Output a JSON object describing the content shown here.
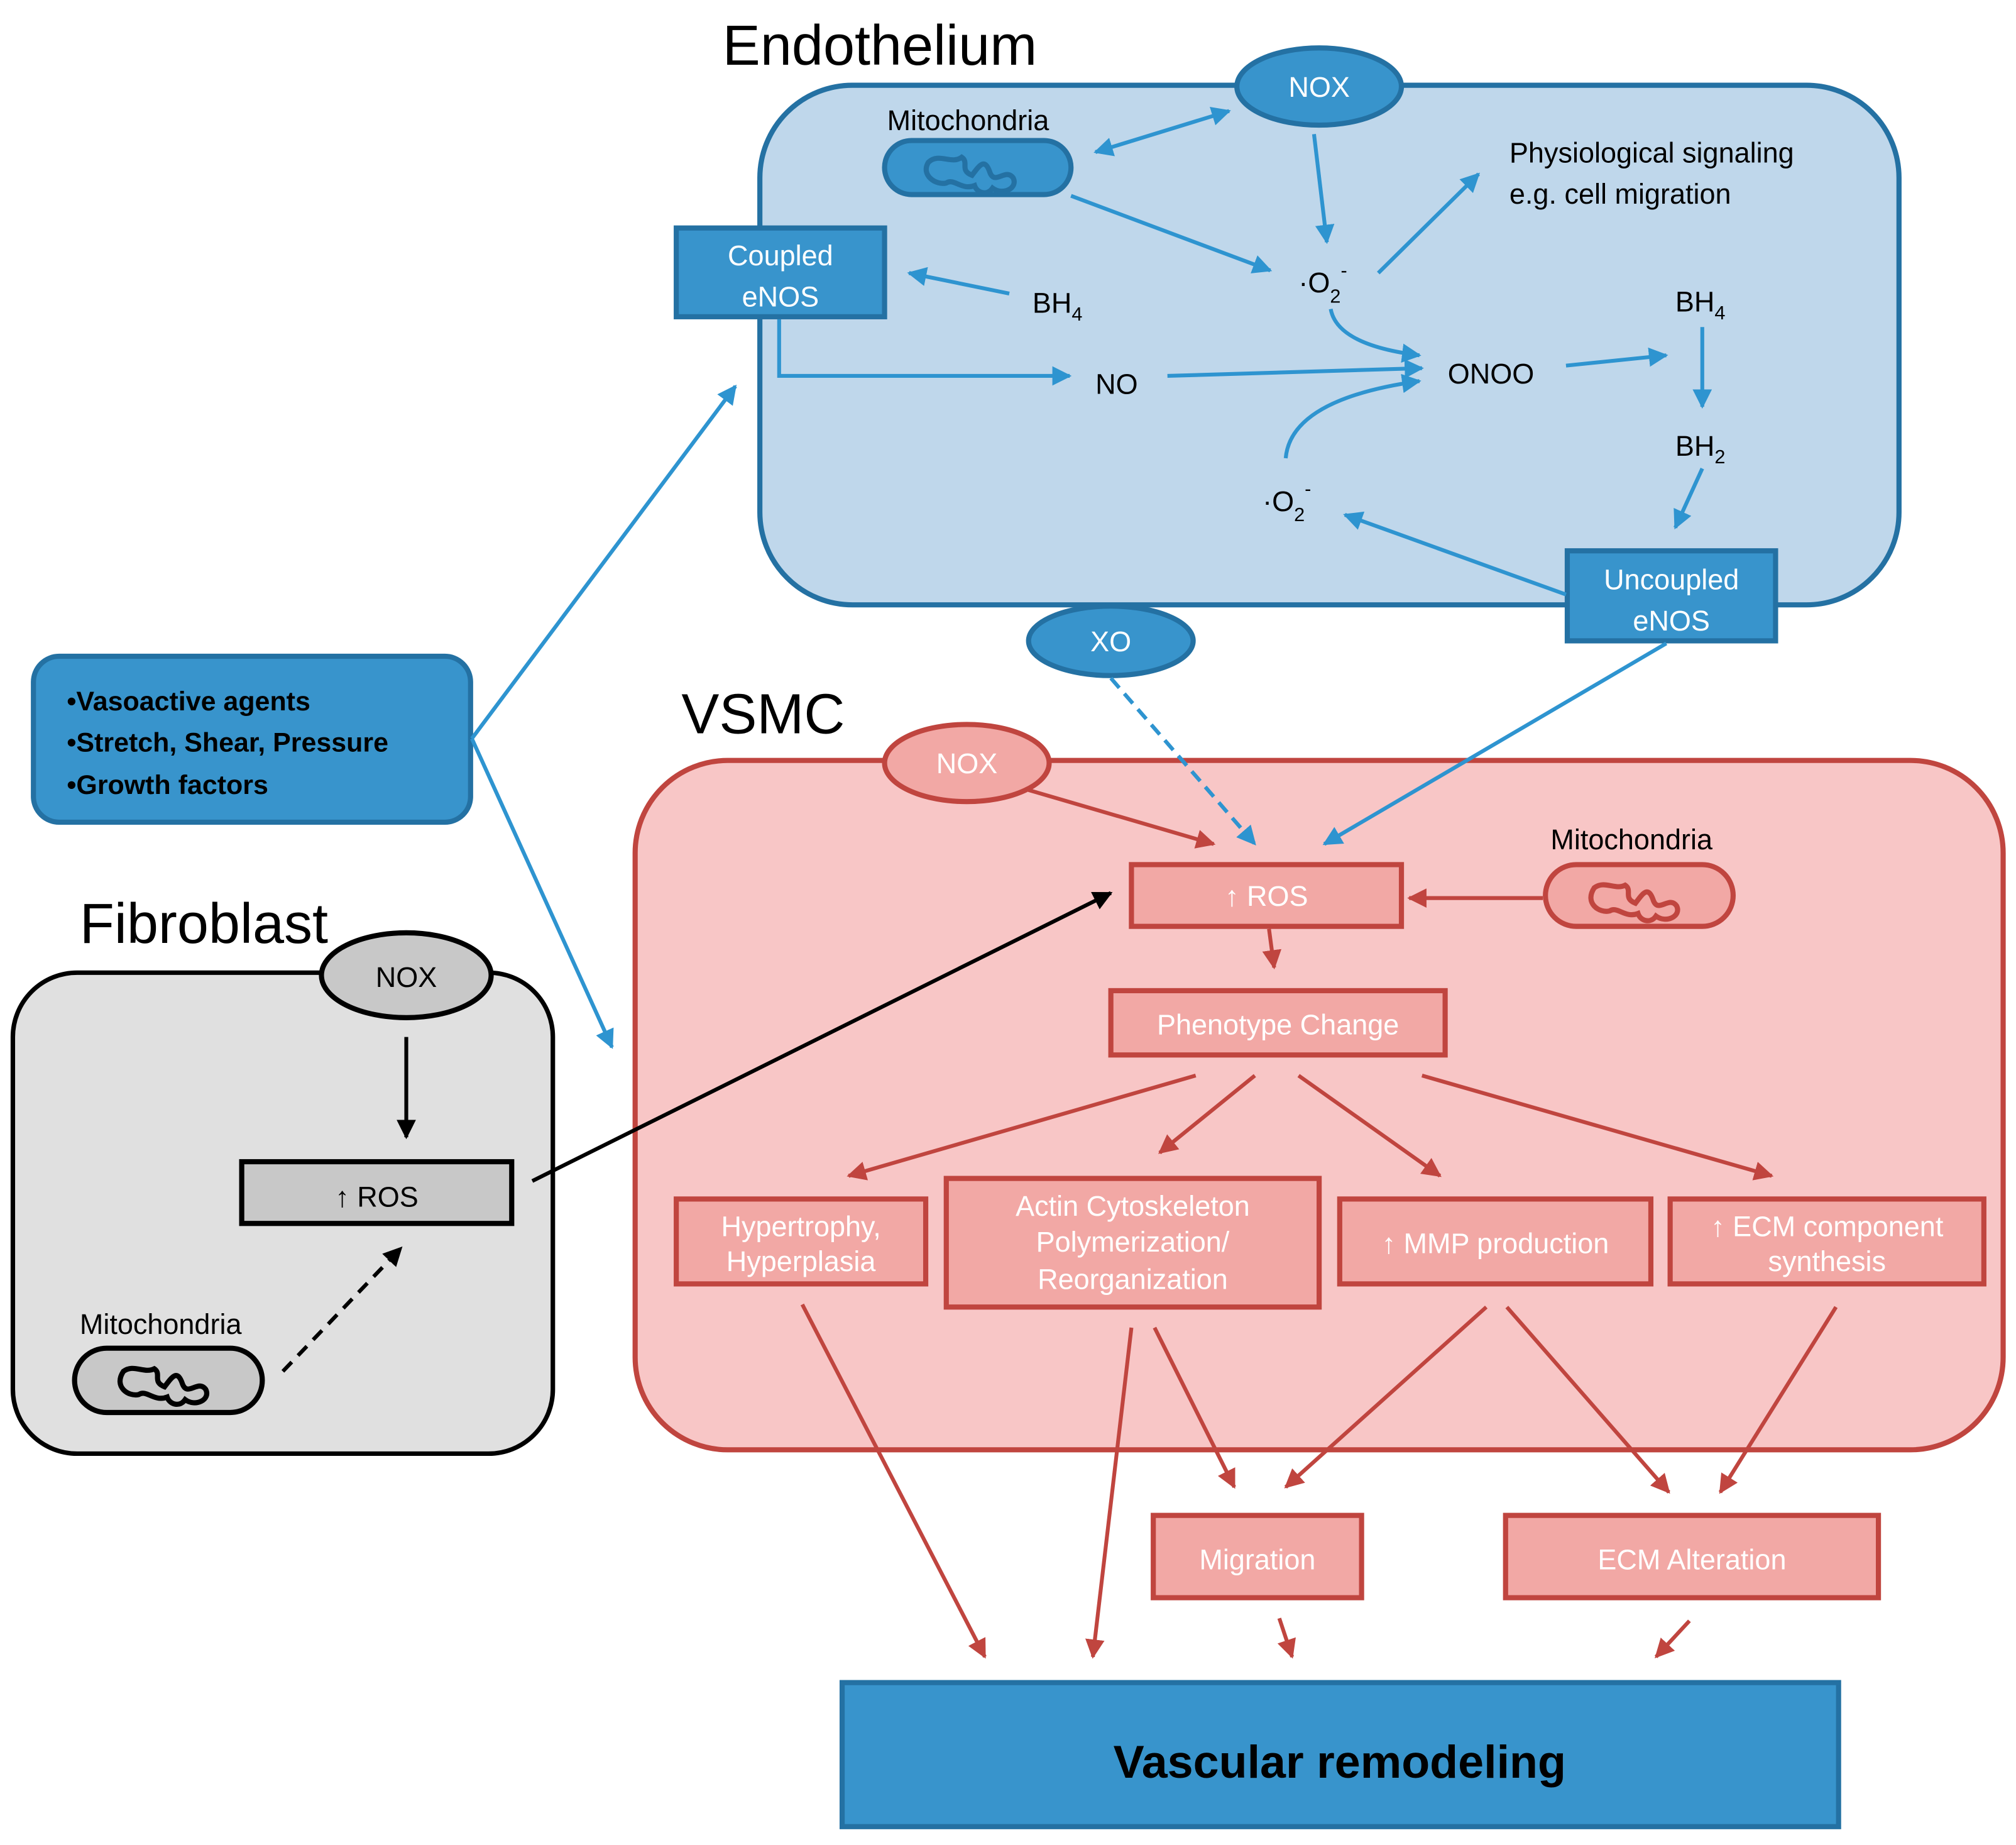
{
  "colors": {
    "endo_cell_fill": "#BFD7EB",
    "endo_border": "#2471A3",
    "endo_node_fill": "#3894CC",
    "endo_arrow": "#2E94D0",
    "vsmc_cell_fill": "#F8C6C6",
    "vsmc_border": "#C0453F",
    "vsmc_node_fill": "#F2A8A5",
    "fibro_cell_fill": "#E0E0E0",
    "fibro_node_fill": "#C8C8C8"
  },
  "endothelium": {
    "title": "Endothelium",
    "nox": "NOX",
    "mitochondria": "Mitochondria",
    "physio_line1": "Physiological signaling",
    "physio_line2": "e.g. cell migration",
    "coupled_line1": "Coupled",
    "coupled_line2": "eNOS",
    "bh4_left": "BH",
    "bh4_left_sub": "4",
    "o2_top": "·O",
    "o2_top_sub": "2",
    "o2_top_sup": "-",
    "no": "NO",
    "onoo": "ONOO",
    "bh4_right": "BH",
    "bh4_right_sub": "4",
    "bh2": "BH",
    "bh2_sub": "2",
    "o2_bottom": "·O",
    "o2_bottom_sub": "2",
    "o2_bottom_sup": "-",
    "uncoupled_line1": "Uncoupled",
    "uncoupled_line2": "eNOS",
    "xo": "XO"
  },
  "stimuli": {
    "items": [
      "•Vasoactive agents",
      "•Stretch, Shear, Pressure",
      "•Growth factors"
    ]
  },
  "fibroblast": {
    "title": "Fibroblast",
    "nox": "NOX",
    "ros": "↑ ROS",
    "mitochondria": "Mitochondria"
  },
  "vsmc": {
    "title": "VSMC",
    "nox": "NOX",
    "mitochondria": "Mitochondria",
    "ros": "↑ ROS",
    "phenotype": "Phenotype Change",
    "hypertrophy_line1": "Hypertrophy,",
    "hypertrophy_line2": "Hyperplasia",
    "actin_line1": "Actin Cytoskeleton",
    "actin_line2": "Polymerization/",
    "actin_line3": "Reorganization",
    "mmp": "↑ MMP production",
    "ecm_line1": "↑ ECM component",
    "ecm_line2": "synthesis"
  },
  "outcomes": {
    "migration": "Migration",
    "ecm_alteration": "ECM Alteration",
    "vascular_remodeling": "Vascular remodeling"
  }
}
